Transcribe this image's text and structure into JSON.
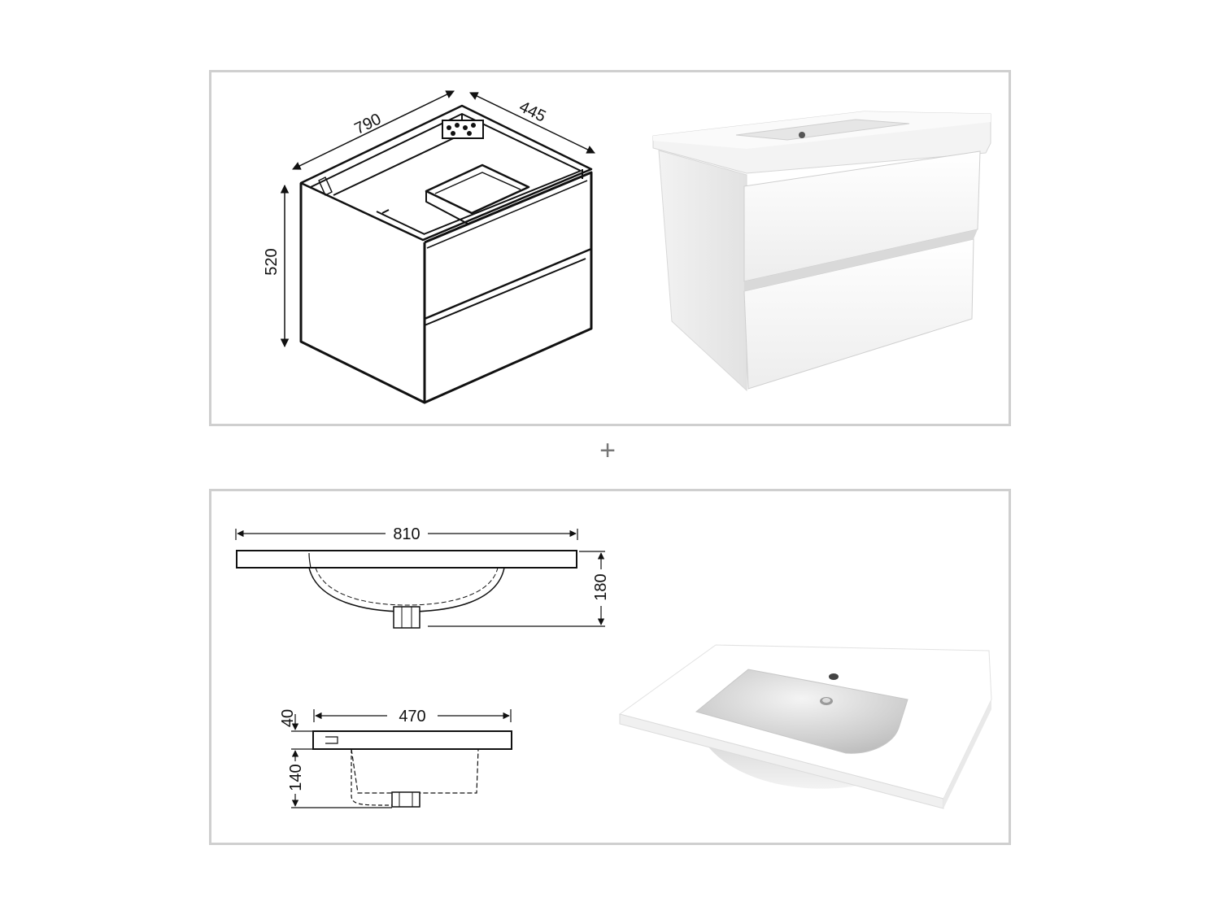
{
  "cabinet": {
    "dim_width": "790",
    "dim_depth": "445",
    "dim_height": "520"
  },
  "separator": "+",
  "basin": {
    "dim_front_width": "810",
    "dim_front_height": "180",
    "dim_side_depth": "470",
    "dim_side_top": "40",
    "dim_side_bowl": "140"
  }
}
